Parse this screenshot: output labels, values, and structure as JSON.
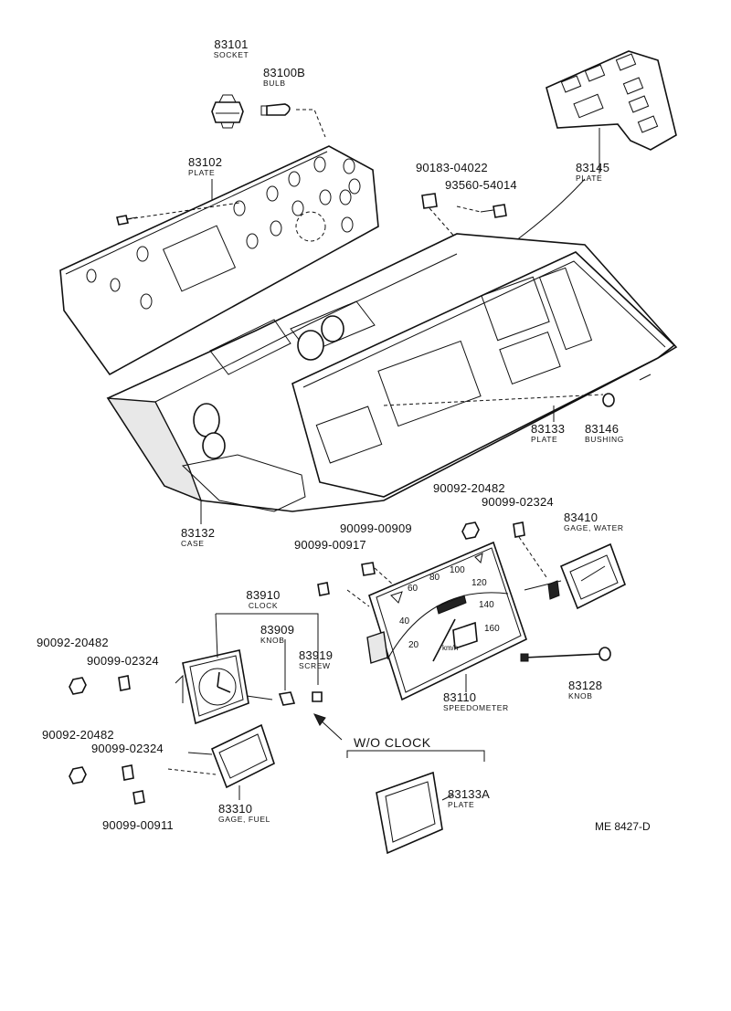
{
  "parts": [
    {
      "id": "p83101",
      "number": "83101",
      "name": "SOCKET"
    },
    {
      "id": "p83100b",
      "number": "83100B",
      "name": "BULB"
    },
    {
      "id": "p83102",
      "number": "83102",
      "name": "PLATE"
    },
    {
      "id": "p83145",
      "number": "83145",
      "name": "PLATE"
    },
    {
      "id": "p90183",
      "number": "90183-04022",
      "name": ""
    },
    {
      "id": "p93560",
      "number": "93560-54014",
      "name": ""
    },
    {
      "id": "p83133",
      "number": "83133",
      "name": "PLATE"
    },
    {
      "id": "p83146",
      "number": "83146",
      "name": "BUSHING"
    },
    {
      "id": "p83132",
      "number": "83132",
      "name": "CASE"
    },
    {
      "id": "p90092a",
      "number": "90092-20482",
      "name": ""
    },
    {
      "id": "p90099a",
      "number": "90099-02324",
      "name": ""
    },
    {
      "id": "p83410",
      "number": "83410",
      "name": "GAGE, WATER"
    },
    {
      "id": "p90099c",
      "number": "90099-00909",
      "name": ""
    },
    {
      "id": "p90099d",
      "number": "90099-00917",
      "name": ""
    },
    {
      "id": "p83910",
      "number": "83910",
      "name": "CLOCK"
    },
    {
      "id": "p83909",
      "number": "83909",
      "name": "KNOB"
    },
    {
      "id": "p83919",
      "number": "83919",
      "name": "SCREW"
    },
    {
      "id": "p90092b",
      "number": "90092-20482",
      "name": ""
    },
    {
      "id": "p90099b",
      "number": "90099-02324",
      "name": ""
    },
    {
      "id": "p83110",
      "number": "83110",
      "name": "SPEEDOMETER"
    },
    {
      "id": "p83128",
      "number": "83128",
      "name": "KNOB"
    },
    {
      "id": "p90092c",
      "number": "90092-20482",
      "name": ""
    },
    {
      "id": "p90099e",
      "number": "90099-02324",
      "name": ""
    },
    {
      "id": "p83310",
      "number": "83310",
      "name": "GAGE, FUEL"
    },
    {
      "id": "p90099f",
      "number": "90099-00911",
      "name": ""
    },
    {
      "id": "p83133a",
      "number": "83133A",
      "name": "PLATE"
    }
  ],
  "wo_clock_label": "W/O CLOCK",
  "reference": "ME 8427-D",
  "speedometer_scale": [
    "20",
    "40",
    "60",
    "80",
    "100",
    "120",
    "140",
    "160"
  ],
  "speedometer_unit": "km/h"
}
